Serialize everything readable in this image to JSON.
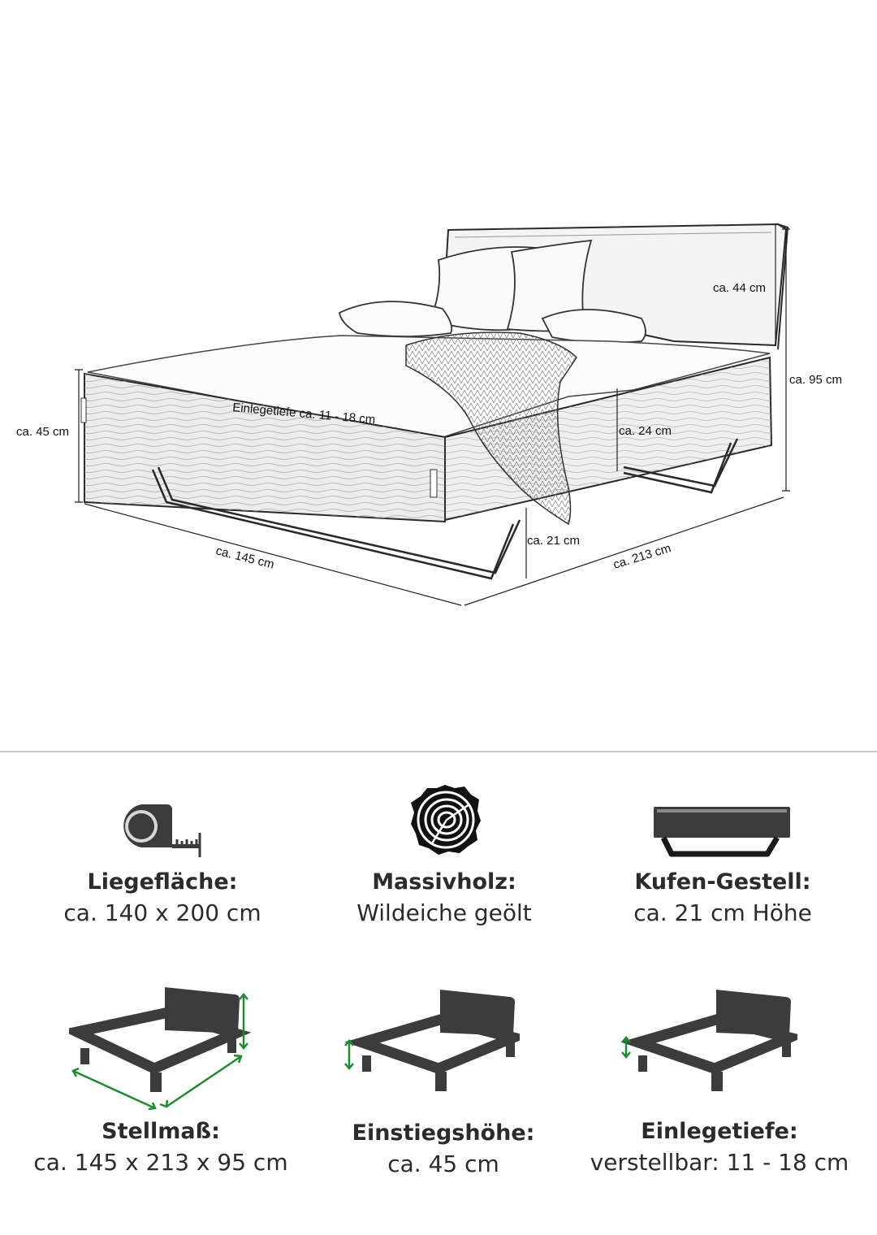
{
  "dimensions": {
    "headboard_height": "ca. 44 cm",
    "total_height": "ca. 95 cm",
    "bed_height": "ca. 45 cm",
    "mattress_depth": "Einlegetiefe ca. 11 - 18 cm",
    "side_height": "ca. 24 cm",
    "runner_height": "ca. 21 cm",
    "width": "ca. 145 cm",
    "length": "ca. 213 cm"
  },
  "features": [
    {
      "icon": "tape-measure-icon",
      "title": "Liegefläche:",
      "value": "ca. 140 x 200 cm"
    },
    {
      "icon": "wood-log-icon",
      "title": "Massivholz:",
      "value": "Wildeiche geölt"
    },
    {
      "icon": "runner-frame-icon",
      "title": "Kufen-Gestell:",
      "value": "ca. 21 cm Höhe"
    },
    {
      "icon": "bed-overall-dimensions-icon",
      "title": "Stellmaß:",
      "value": "ca. 145 x 213 x 95 cm"
    },
    {
      "icon": "bed-entry-height-icon",
      "title": "Einstiegshöhe:",
      "value": "ca. 45  cm"
    },
    {
      "icon": "bed-mattress-depth-icon",
      "title": "Einlegetiefe:",
      "value": "verstellbar: 11 - 18 cm"
    }
  ],
  "colors": {
    "icon_dark": "#3c3c3c",
    "accent_green": "#1e8c2e",
    "divider": "#c9c9c9"
  }
}
